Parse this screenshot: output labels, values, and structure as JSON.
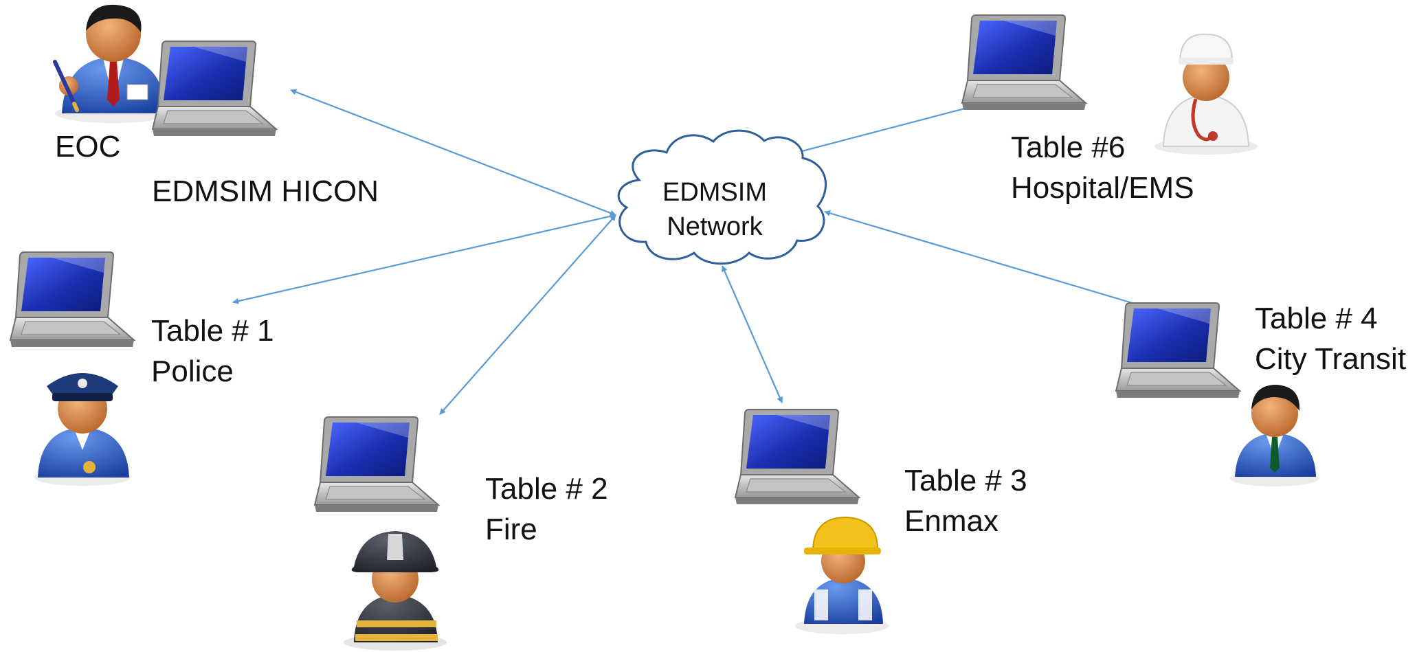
{
  "network": {
    "line1": "EDMSIM",
    "line2": "Network"
  },
  "nodes": {
    "eoc": {
      "label": "EOC",
      "icon": "manager-person-icon"
    },
    "hicon": {
      "label": "EDMSIM HICON",
      "icon": "laptop-icon"
    },
    "table1": {
      "line1": "Table # 1",
      "line2": "Police",
      "icon": "police-officer-icon"
    },
    "table2": {
      "line1": "Table # 2",
      "line2": "Fire",
      "icon": "firefighter-icon"
    },
    "table3": {
      "line1": "Table # 3",
      "line2": "Enmax",
      "icon": "construction-worker-icon"
    },
    "table4": {
      "line1": "Table # 4",
      "line2": "City Transit",
      "icon": "businessman-icon"
    },
    "table6": {
      "line1": "Table #6",
      "line2": "Hospital/EMS",
      "icon": "doctor-icon"
    }
  },
  "colors": {
    "link": "#5b9bd5",
    "cloud_stroke": "#2e5f9a",
    "laptop_screen": "#1a2fb0"
  }
}
